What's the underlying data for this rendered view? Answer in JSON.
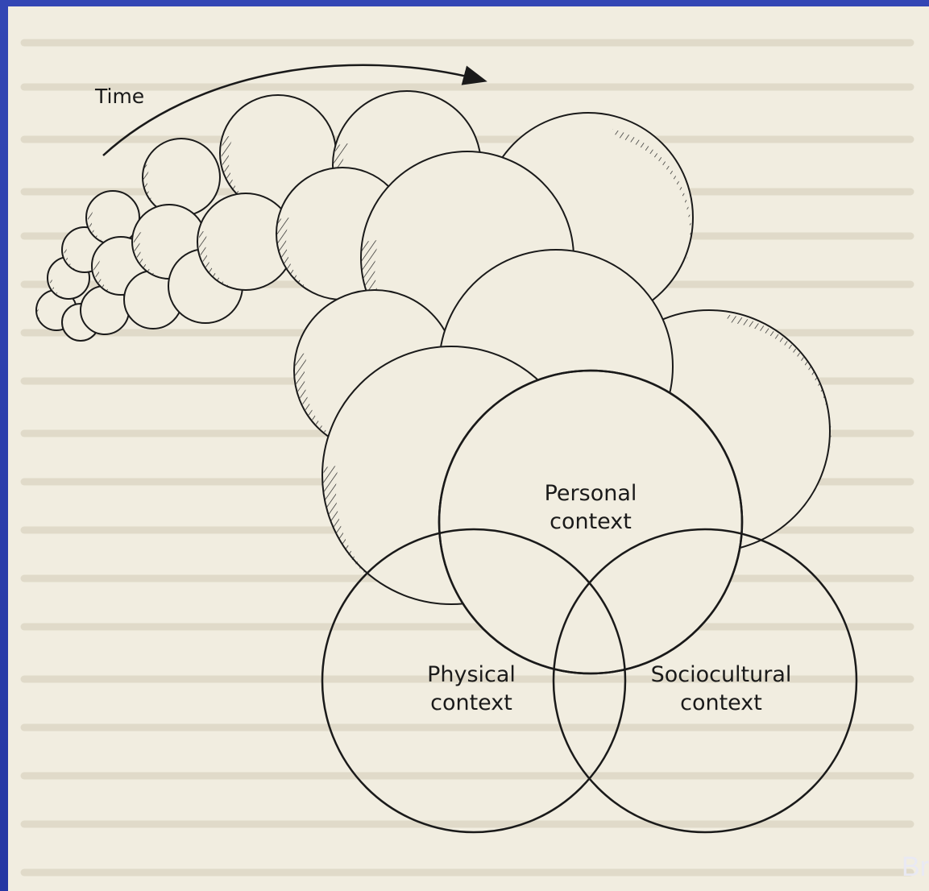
{
  "diagram": {
    "time_label": "Time",
    "contexts": {
      "personal": [
        "Personal",
        "context"
      ],
      "physical": [
        "Physical",
        "context"
      ],
      "sociocultural": [
        "Sociocultural",
        "context"
      ]
    }
  },
  "watermark": "Br",
  "colors": {
    "slide_background": "#2b3a9c",
    "paper": "#f1ede0",
    "ink": "#1a1a1a"
  }
}
